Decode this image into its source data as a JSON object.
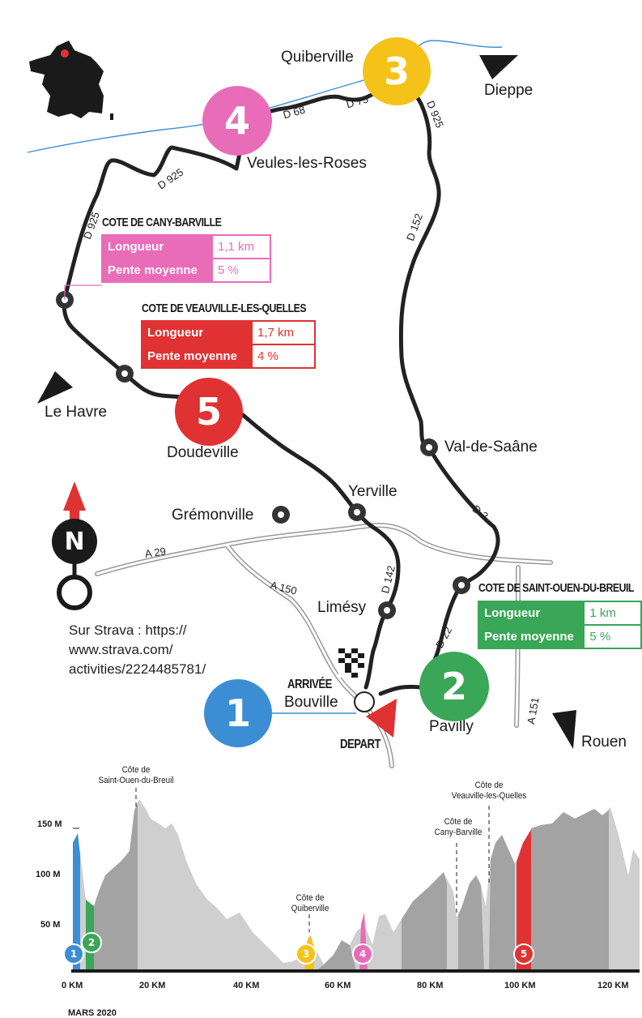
{
  "places": {
    "quiberville": "Quiberville",
    "dieppe": "Dieppe",
    "veules": "Veules-les-Roses",
    "le_havre": "Le Havre",
    "doudeville": "Doudeville",
    "val_de_saane": "Val-de-Saâne",
    "yerville": "Yerville",
    "gremonville": "Grémonville",
    "limesy": "Limésy",
    "bouville": "Bouville",
    "pavilly": "Pavilly",
    "rouen": "Rouen"
  },
  "roads": {
    "d68": "D 68",
    "d75": "D 75",
    "d925a": "D 925",
    "d925b": "D 925",
    "d925c": "D 925",
    "d152": "D 152",
    "d2": "D 2",
    "d142": "D 142",
    "d22": "D 22",
    "a29": "A 29",
    "a150": "A 150",
    "a151": "A 151"
  },
  "markers": {
    "m1": "1",
    "m2": "2",
    "m3": "3",
    "m4": "4",
    "m5": "5",
    "arrivee": "ARRIVÉE",
    "depart": "DEPART",
    "north": "N"
  },
  "climbs": {
    "cany": {
      "title": "COTE DE CANY-BARVILLE",
      "length_label": "Longueur",
      "length_value": "1,1 km",
      "slope_label": "Pente moyenne",
      "slope_value": "5 %",
      "color": "#e96cb8"
    },
    "veauville": {
      "title": "COTE DE VEAUVILLE-LES-QUELLES",
      "length_label": "Longueur",
      "length_value": "1,7 km",
      "slope_label": "Pente moyenne",
      "slope_value": "4 %",
      "color": "#e03232"
    },
    "saint_ouen": {
      "title": "COTE DE SAINT-OUEN-DU-BREUIL",
      "length_label": "Longueur",
      "length_value": "1 km",
      "slope_label": "Pente moyenne",
      "slope_value": "5 %",
      "color": "#3aa657"
    }
  },
  "strava": {
    "line1": "Sur Strava : https://",
    "line2": "www.strava.com/",
    "line3": "activities/2224485781/"
  },
  "profile": {
    "labels": {
      "saint_ouen_1": "Côte de",
      "saint_ouen_2": "Saint-Ouen-du-Breuil",
      "quiberville_1": "Côte de",
      "quiberville_2": "Quiberville",
      "cany_1": "Côte de",
      "cany_2": "Cany-Barville",
      "veauville_1": "Côte de",
      "veauville_2": "Veauville-les-Quelles"
    },
    "y_ticks": [
      "150 M",
      "100 M",
      "50 M"
    ],
    "x_ticks": [
      "0 KM",
      "20 KM",
      "40 KM",
      "60 KM",
      "80 KM",
      "100 KM",
      "120 KM"
    ]
  },
  "footer": "MARS 2020",
  "colors": {
    "m1": "#3b8ed4",
    "m2": "#3aa657",
    "m3": "#f5c21a",
    "m4": "#e96cb8",
    "m5": "#e03232",
    "route": "#222222",
    "water": "#3b8ed4"
  }
}
